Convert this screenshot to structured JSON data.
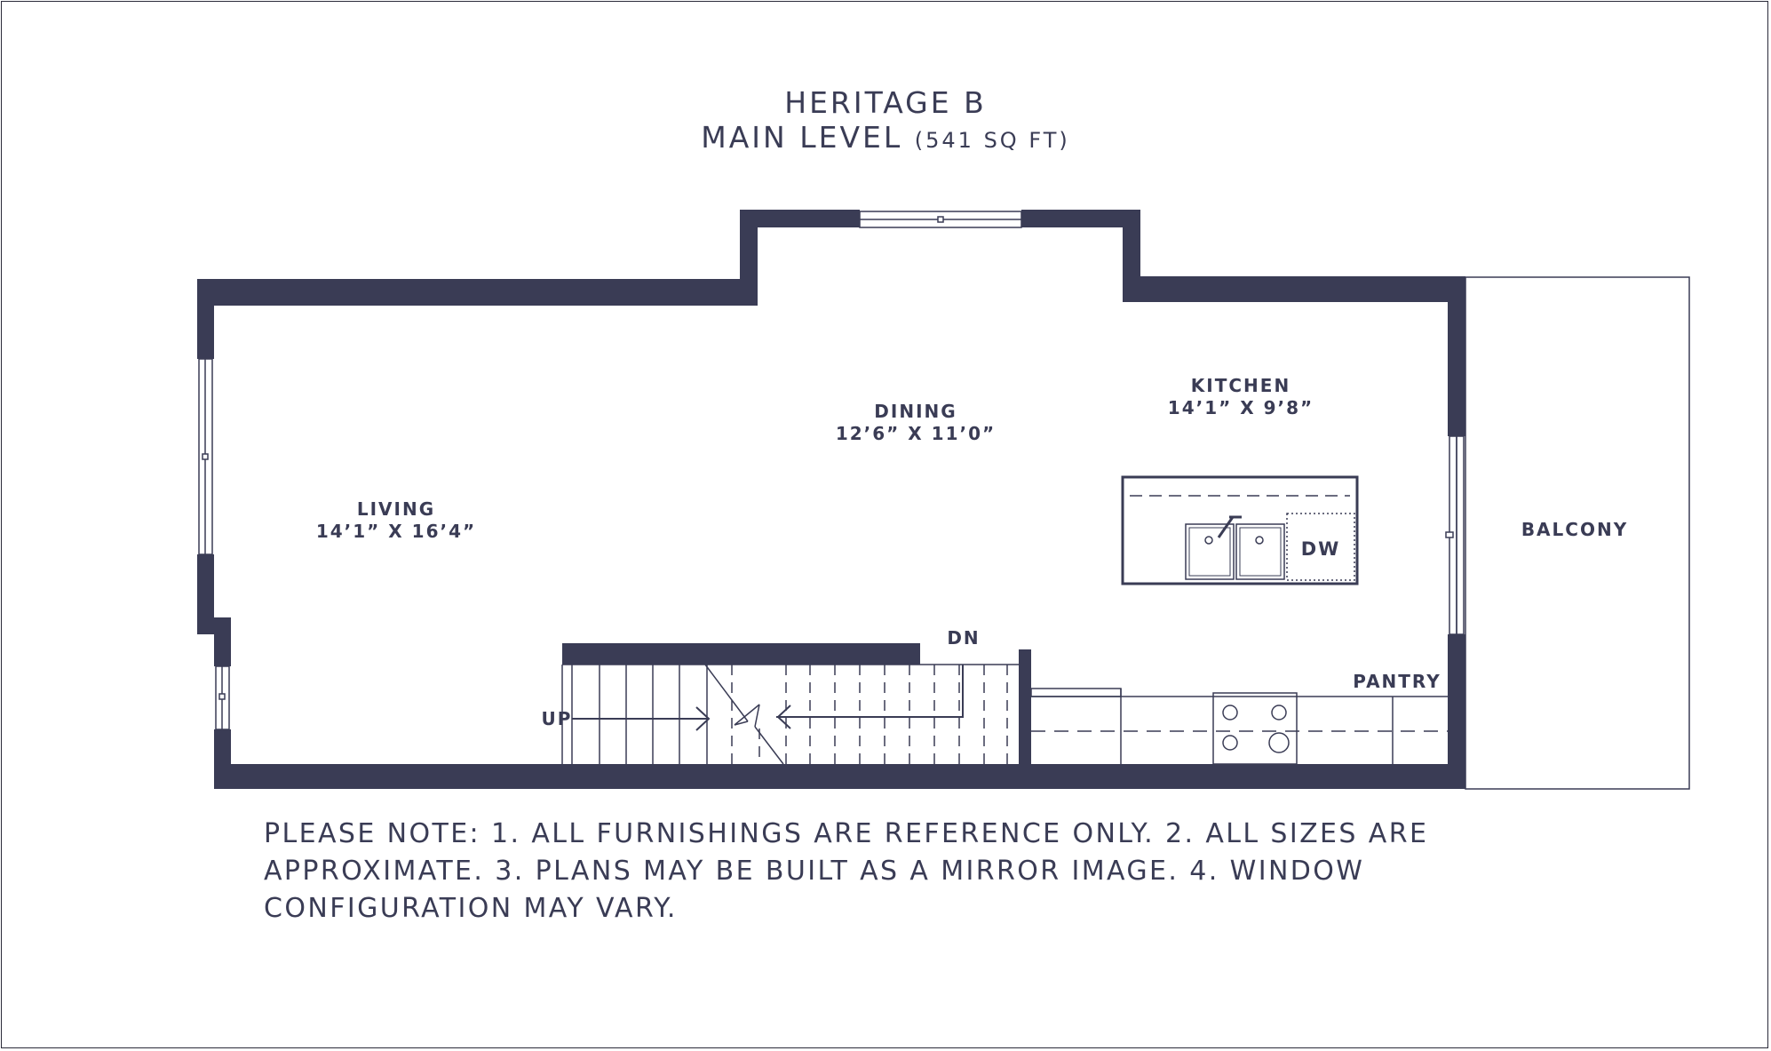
{
  "plan": {
    "name": "HERITAGE B",
    "level": "MAIN LEVEL",
    "area": "(541 SQ FT)"
  },
  "rooms": {
    "living": {
      "name": "LIVING",
      "size": "14’1” X 16’4”"
    },
    "dining": {
      "name": "DINING",
      "size": "12’6” X 11’0”"
    },
    "kitchen": {
      "name": "KITCHEN",
      "size": "14’1” X 9’8”"
    },
    "balcony": {
      "name": "BALCONY"
    },
    "pantry": {
      "name": "PANTRY"
    }
  },
  "labels": {
    "dishwasher": "DW",
    "stairs_up": "UP",
    "stairs_down": "DN"
  },
  "note": "PLEASE NOTE:  1. ALL FURNISHINGS ARE REFERENCE ONLY. 2. ALL SIZES ARE APPROXIMATE. 3. PLANS MAY BE BUILT AS A MIRROR IMAGE. 4. WINDOW CONFIGURATION MAY VARY.",
  "colors": {
    "wall": "#3a3c55",
    "line": "#3a3c55"
  }
}
